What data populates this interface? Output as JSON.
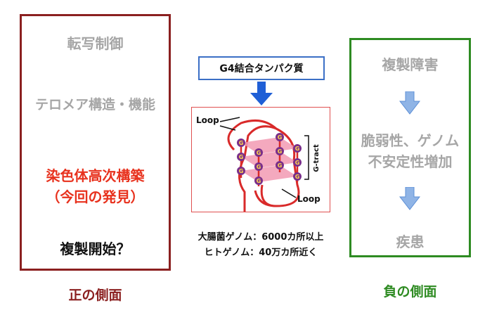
{
  "left_panel": {
    "items": [
      "転写制御",
      "テロメア構造・機能",
      "染色体高次構築",
      "（今回の発見）",
      "複製開始？"
    ],
    "caption": "正の側面"
  },
  "center": {
    "protein_label": "G4結合タンパク質",
    "loop_top": "Loop",
    "loop_bottom": "Loop",
    "g_tract": "G-tract",
    "g_letter": "G",
    "stats": [
      "大腸菌ゲノム：6000カ所以上",
      "ヒトゲノム：40万カ所近く"
    ]
  },
  "right_panel": {
    "items": [
      "複製障害",
      "脆弱性、ゲノム",
      "不安定性増加",
      "疾患"
    ],
    "caption": "負の側面"
  },
  "colors": {
    "left_border": "#8b2020",
    "right_border": "#2e8b22",
    "highlight_red": "#e8321e",
    "arrow_blue": "#1f5fd6",
    "muted_gray": "#a6a6a6"
  }
}
